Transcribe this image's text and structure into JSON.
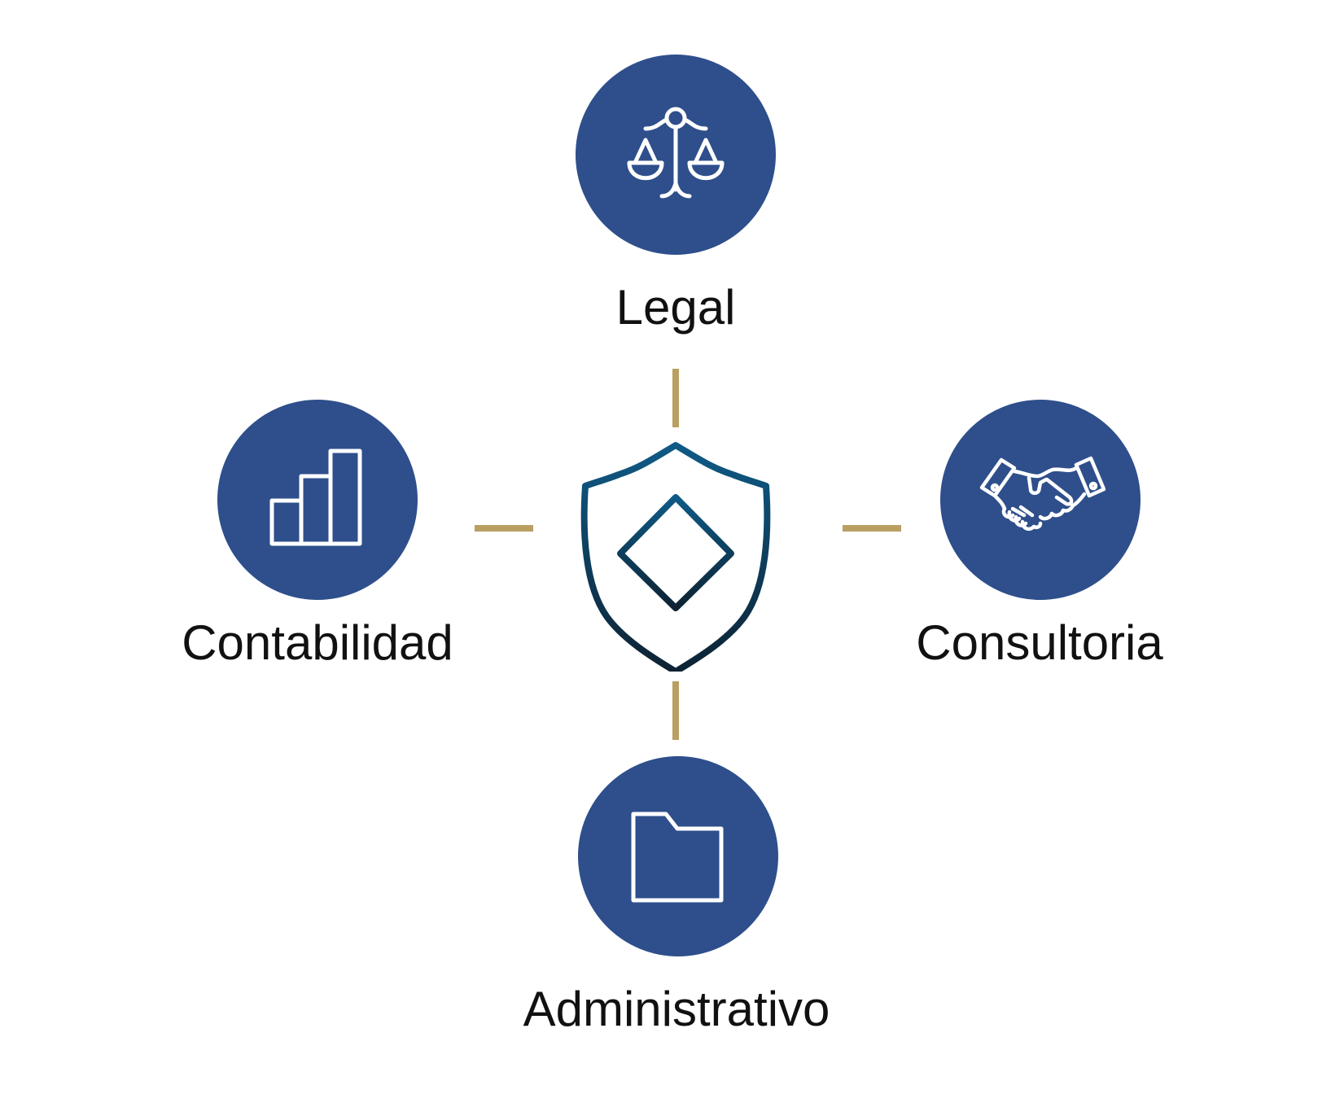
{
  "diagram": {
    "center": {
      "icon": "shield-diamond-icon"
    },
    "nodes": {
      "legal": {
        "label": "Legal",
        "icon": "scales-icon"
      },
      "contabilidad": {
        "label": "Contabilidad",
        "icon": "bar-chart-icon"
      },
      "consultoria": {
        "label": "Consultoria",
        "icon": "handshake-icon"
      },
      "administrativo": {
        "label": "Administrativo",
        "icon": "folder-icon"
      }
    },
    "colors": {
      "node_fill": "#2e4f8b",
      "connector": "#b99f62",
      "shield_top": "#0f5a86",
      "shield_bottom": "#0d2233",
      "label_text": "#111111"
    }
  }
}
